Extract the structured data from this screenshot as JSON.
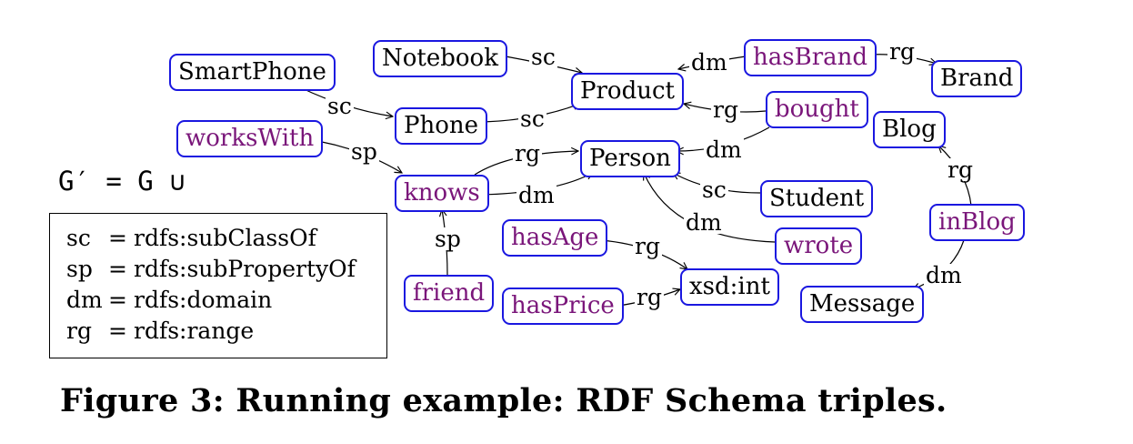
{
  "nodes": {
    "notebook": "Notebook",
    "smartphone": "SmartPhone",
    "product": "Product",
    "phone": "Phone",
    "worksWith": "worksWith",
    "knows": "knows",
    "person": "Person",
    "friend": "friend",
    "hasAge": "hasAge",
    "hasPrice": "hasPrice",
    "xsdInt": "xsd:int",
    "hasBrand": "hasBrand",
    "brand": "Brand",
    "bought": "bought",
    "blog": "Blog",
    "student": "Student",
    "wrote": "wrote",
    "inBlog": "inBlog",
    "message": "Message"
  },
  "edges": [
    {
      "from": "Notebook",
      "to": "Product",
      "label": "sc"
    },
    {
      "from": "SmartPhone",
      "to": "Phone",
      "label": "sc"
    },
    {
      "from": "Phone",
      "to": "Product",
      "label": "sc"
    },
    {
      "from": "worksWith",
      "to": "knows",
      "label": "sp"
    },
    {
      "from": "friend",
      "to": "knows",
      "label": "sp"
    },
    {
      "from": "knows",
      "to": "Person",
      "label": "rg"
    },
    {
      "from": "knows",
      "to": "Person",
      "label": "dm"
    },
    {
      "from": "hasBrand",
      "to": "Product",
      "label": "dm"
    },
    {
      "from": "hasBrand",
      "to": "Brand",
      "label": "rg"
    },
    {
      "from": "bought",
      "to": "Product",
      "label": "rg"
    },
    {
      "from": "bought",
      "to": "Person",
      "label": "dm"
    },
    {
      "from": "Student",
      "to": "Person",
      "label": "sc"
    },
    {
      "from": "wrote",
      "to": "Person",
      "label": "dm"
    },
    {
      "from": "hasAge",
      "to": "xsd:int",
      "label": "rg"
    },
    {
      "from": "hasPrice",
      "to": "xsd:int",
      "label": "rg"
    },
    {
      "from": "inBlog",
      "to": "Blog",
      "label": "rg"
    },
    {
      "from": "inBlog",
      "to": "Message",
      "label": "dm"
    }
  ],
  "gprime": "G′ = G ∪",
  "legend": [
    {
      "abbr": "sc",
      "eq": "=",
      "full": "rdfs:subClassOf"
    },
    {
      "abbr": "sp",
      "eq": "=",
      "full": "rdfs:subPropertyOf"
    },
    {
      "abbr": "dm",
      "eq": "=",
      "full": "rdfs:domain"
    },
    {
      "abbr": "rg",
      "eq": "=",
      "full": "rdfs:range"
    }
  ],
  "caption": "Figure 3: Running example: RDF Schema triples.",
  "colors": {
    "node_border": "#1a17e0",
    "property_text": "#7a167a",
    "class_text": "#000000"
  }
}
